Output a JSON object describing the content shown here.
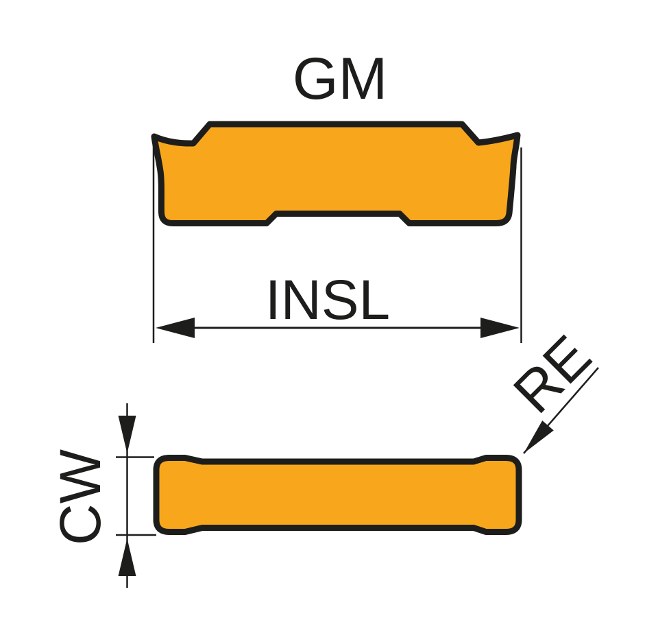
{
  "diagram": {
    "title": "GM",
    "labels": {
      "insert_length": "INSL",
      "corner_radius": "RE",
      "cutting_width": "CW"
    },
    "colors": {
      "insert_fill": "#F8A71C",
      "outline": "#1D1D1B",
      "background": "#FFFFFF"
    }
  }
}
